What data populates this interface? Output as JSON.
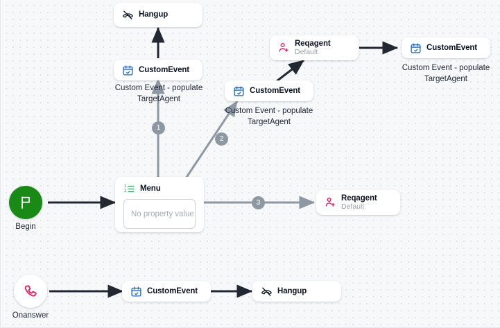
{
  "canvas": {
    "background_color": "#f7f8fa",
    "dot_color": "#e3e5e9"
  },
  "colors": {
    "begin_green": "#1a8a17",
    "agent_pink": "#e8195f",
    "event_blue": "#1e6bc4",
    "menu_green": "#2e9e62",
    "edge_dark": "#222832",
    "edge_gray": "#8e98a3",
    "badge_gray": "#8e98a3"
  },
  "nodes": {
    "hangup_top": {
      "title": "Hangup",
      "icon": "phone-hangup-icon"
    },
    "custom_event_left": {
      "title": "CustomEvent",
      "icon": "calendar-check-icon"
    },
    "custom_event_mid": {
      "title": "CustomEvent",
      "icon": "calendar-check-icon"
    },
    "reqagent_top": {
      "title": "Reqagent",
      "subtitle": "Default",
      "icon": "agent-add-icon"
    },
    "custom_event_right": {
      "title": "CustomEvent",
      "icon": "calendar-check-icon"
    },
    "menu": {
      "title": "Menu",
      "icon": "numbered-list-icon",
      "property_placeholder": "No property value"
    },
    "reqagent_mid": {
      "title": "Reqagent",
      "subtitle": "Default",
      "icon": "agent-add-icon"
    },
    "begin": {
      "caption": "Begin",
      "icon": "flag-icon"
    },
    "onanswer": {
      "caption": "Onanswer",
      "icon": "phone-icon"
    },
    "custom_event_bottom": {
      "title": "CustomEvent",
      "icon": "calendar-check-icon"
    },
    "hangup_bottom": {
      "title": "Hangup",
      "icon": "phone-hangup-icon"
    }
  },
  "edge_labels": {
    "label_left": "Custom Event - populate TargetAgent",
    "label_mid": "Custom Event - populate TargetAgent",
    "label_right": "Custom Event - populate TargetAgent"
  },
  "badges": {
    "one": "1",
    "two": "2",
    "three": "3"
  }
}
